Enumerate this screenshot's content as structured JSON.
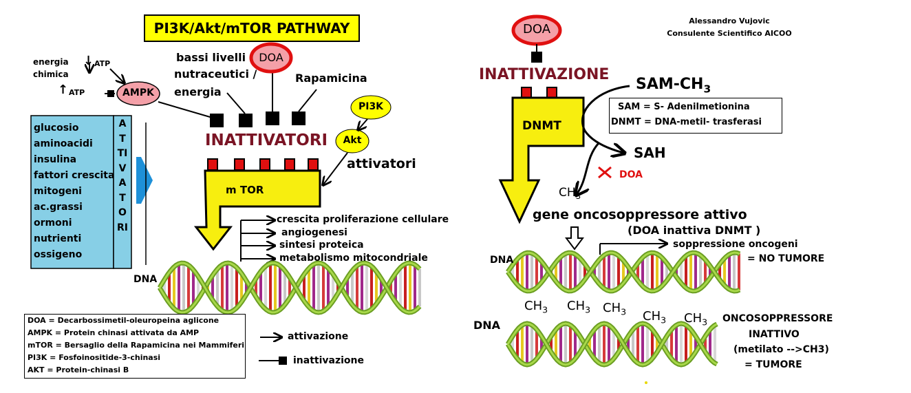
{
  "colors": {
    "highlight_yellow": "#ffff00",
    "mtor_yellow": "#f7ee0f",
    "red": "#e01010",
    "dark_red": "#7a1424",
    "light_blue": "#87cfe6",
    "arrow_blue": "#1e90d8",
    "pink": "#f4a0a8",
    "dna_green": "#7cb82c"
  },
  "left": {
    "title": "PI3K/Akt/mTOR  PATHWAY",
    "energy_label_line1": "energia",
    "energy_label_line2": "chimica",
    "atp_down": "ATP",
    "atp_up": "ATP",
    "down_arrow_symbol": "↓",
    "up_arrow_symbol": "↑",
    "ampk": "AMPK",
    "nutraceutici_line1": "bassi livelli",
    "nutraceutici_line2": "nutraceutici /",
    "nutraceutici_line3": "energia",
    "doa": "DOA",
    "rapamicina": "Rapamicina",
    "pi3k": "PI3K",
    "akt": "Akt",
    "attivatori_vertical": "ATTIVATORI",
    "activators": [
      "glucosio",
      "aminoacidi",
      "insulina",
      "fattori crescita",
      "mitogeni",
      "ac.grassi",
      "ormoni",
      "nutrienti",
      "ossigeno"
    ],
    "inattivatori": "INATTIVATORI",
    "attivatori_label": "attivatori",
    "mtor": "m TOR",
    "outputs": [
      "crescita proliferazione cellulare",
      "angiogenesi",
      "sintesi proteica",
      "metabolismo mitocondriale"
    ],
    "dna": "DNA",
    "legend": [
      "DOA   = Decarbossimetil-oleuropeina aglicone",
      "AMPK = Protein chinasi attivata da AMP",
      "mTOR = Bersaglio della Rapamicina nei Mammiferi",
      "PI3K  = Fosfoinositide-3-chinasi",
      "AKT = Protein-chinasi B"
    ],
    "attivazione": "attivazione",
    "inattivazione": "inattivazione"
  },
  "right": {
    "author_line1": "Alessandro Vujovic",
    "author_line2": "Consulente Scientifico AICOO",
    "doa": "DOA",
    "inattivazione": "INATTIVAZIONE",
    "sam_ch3": "SAM-CH",
    "sam_ch3_sub": "3",
    "dnmt": "DNMT",
    "sam_def": "SAM = S- Adenilmetionina",
    "dnmt_def": "DNMT = DNA-metil- trasferasi",
    "sah": "SAH",
    "doa_block": "DOA",
    "ch3": "CH",
    "ch3_sub": "3",
    "gene_attivo": "gene oncosoppressore attivo",
    "doa_inattiva": "(DOA inattiva DNMT )",
    "soppressione": "soppressione oncogeni",
    "no_tumore": "= NO TUMORE",
    "dna_top": "DNA",
    "dna_bottom": "DNA",
    "methyl_marks": [
      "CH",
      "CH",
      "CH",
      "CH",
      "CH"
    ],
    "methyl_sub": "3",
    "onco_line1": "ONCOSOPPRESSORE",
    "onco_line2": "INATTIVO",
    "onco_line3": "(metilato -->CH3)",
    "onco_line4": "=  TUMORE"
  }
}
